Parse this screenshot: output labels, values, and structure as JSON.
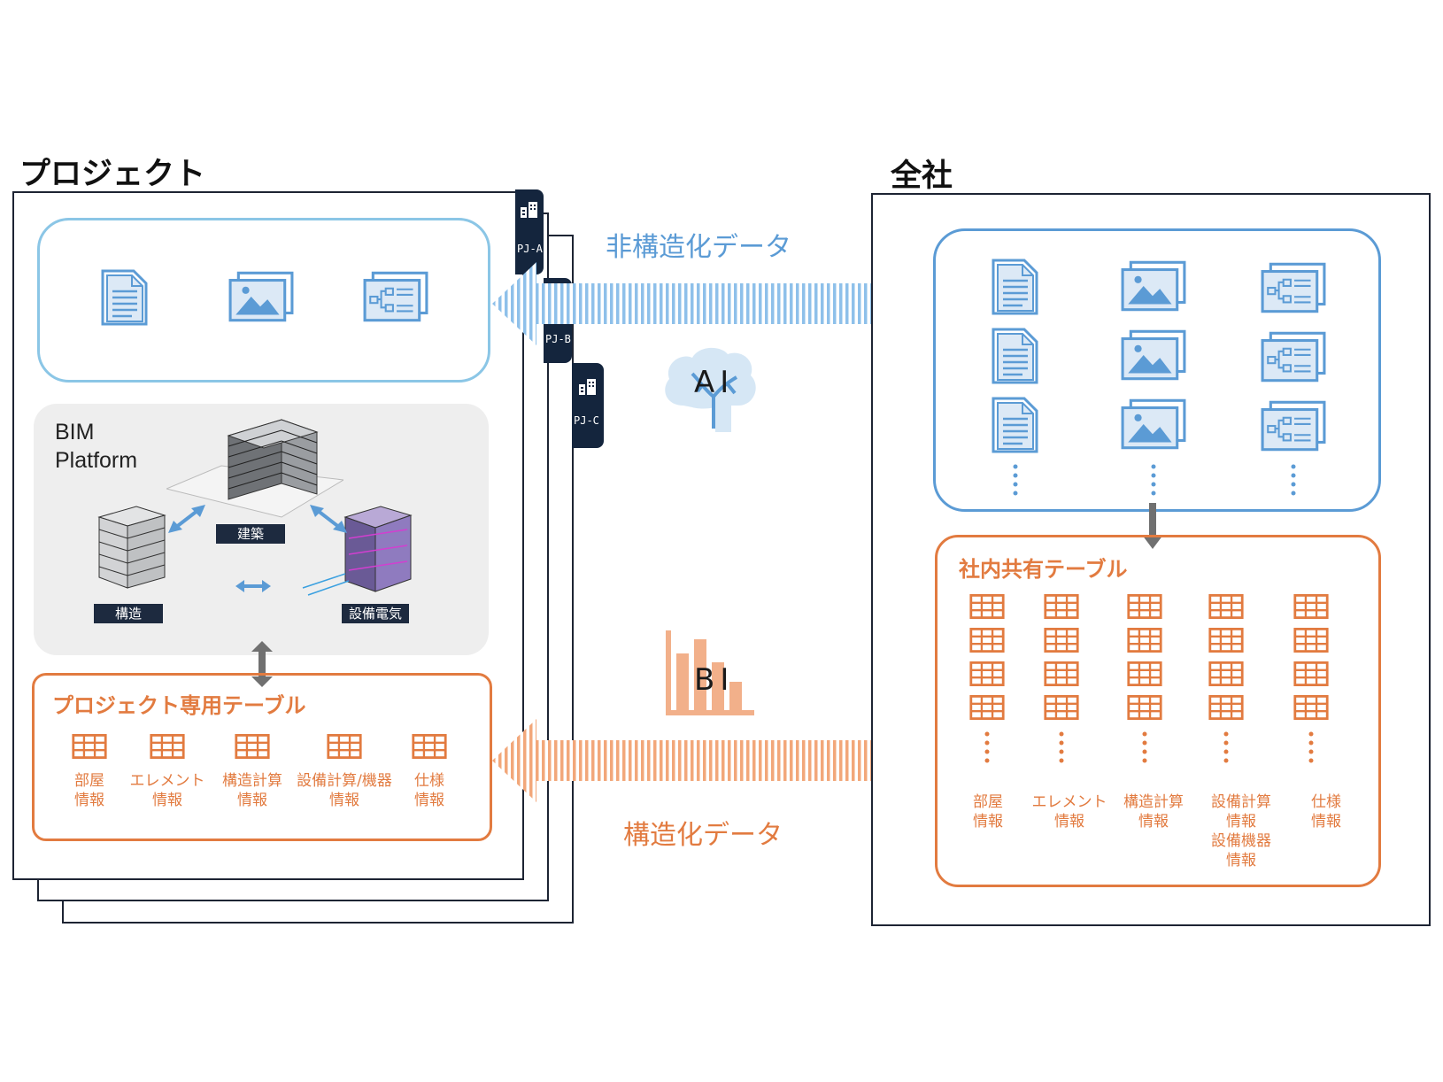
{
  "headings": {
    "project": "プロジェクト",
    "company": "全社"
  },
  "pj_tabs": [
    "PJ-A",
    "PJ-B",
    "PJ-C"
  ],
  "bim": {
    "title_line1": "BIM",
    "title_line2": "Platform",
    "arch": "建築",
    "struct": "構造",
    "mep": "設備電気"
  },
  "project_table": {
    "title": "プロジェクト専用テーブル",
    "items": [
      {
        "l1": "部屋",
        "l2": "情報"
      },
      {
        "l1": "エレメント",
        "l2": "情報"
      },
      {
        "l1": "構造計算",
        "l2": "情報"
      },
      {
        "l1": "設備計算/機器",
        "l2": "情報"
      },
      {
        "l1": "仕様",
        "l2": "情報"
      }
    ]
  },
  "arrows": {
    "unstructured": "非構造化データ",
    "structured": "構造化データ",
    "ai": "AI",
    "bi": "BI"
  },
  "company_table": {
    "title": "社内共有テーブル",
    "items": [
      {
        "l1": "部屋",
        "l2": "情報",
        "l3": "",
        "l4": ""
      },
      {
        "l1": "エレメント",
        "l2": "情報",
        "l3": "",
        "l4": ""
      },
      {
        "l1": "構造計算",
        "l2": "情報",
        "l3": "",
        "l4": ""
      },
      {
        "l1": "設備計算",
        "l2": "情報",
        "l3": "設備機器",
        "l4": "情報"
      },
      {
        "l1": "仕様",
        "l2": "情報",
        "l3": "",
        "l4": ""
      }
    ]
  },
  "colors": {
    "blue": "#5b9bd5",
    "orange": "#e27b40",
    "navy": "#14253d",
    "gray_panel": "#eeeeee"
  },
  "icons": [
    "document-icon",
    "image-icon",
    "flowchart-icon",
    "table-icon",
    "brain-icon",
    "bar-chart-icon",
    "building-icon"
  ]
}
